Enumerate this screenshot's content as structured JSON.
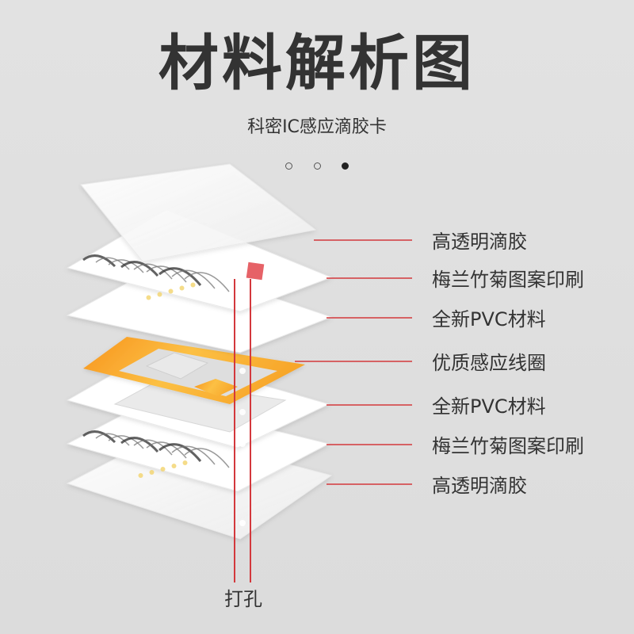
{
  "title": "材料解析图",
  "subtitle": "科密IC感应滴胶卡",
  "pager": {
    "count": 3,
    "active_index": 2
  },
  "layers": [
    {
      "label": "高透明滴胶",
      "kind": "glue"
    },
    {
      "label": "梅兰竹菊图案印刷",
      "kind": "print"
    },
    {
      "label": "全新PVC材料",
      "kind": "pvc"
    },
    {
      "label": "优质感应线圈",
      "kind": "coil"
    },
    {
      "label": "全新PVC材料",
      "kind": "pvc"
    },
    {
      "label": "梅兰竹菊图案印刷",
      "kind": "print"
    },
    {
      "label": "高透明滴胶",
      "kind": "glue"
    }
  ],
  "punch_label": "打孔",
  "colors": {
    "line": "#d3383c",
    "coil_orange": "#f7941d",
    "coil_yellow": "#fcc044",
    "text": "#333333"
  }
}
